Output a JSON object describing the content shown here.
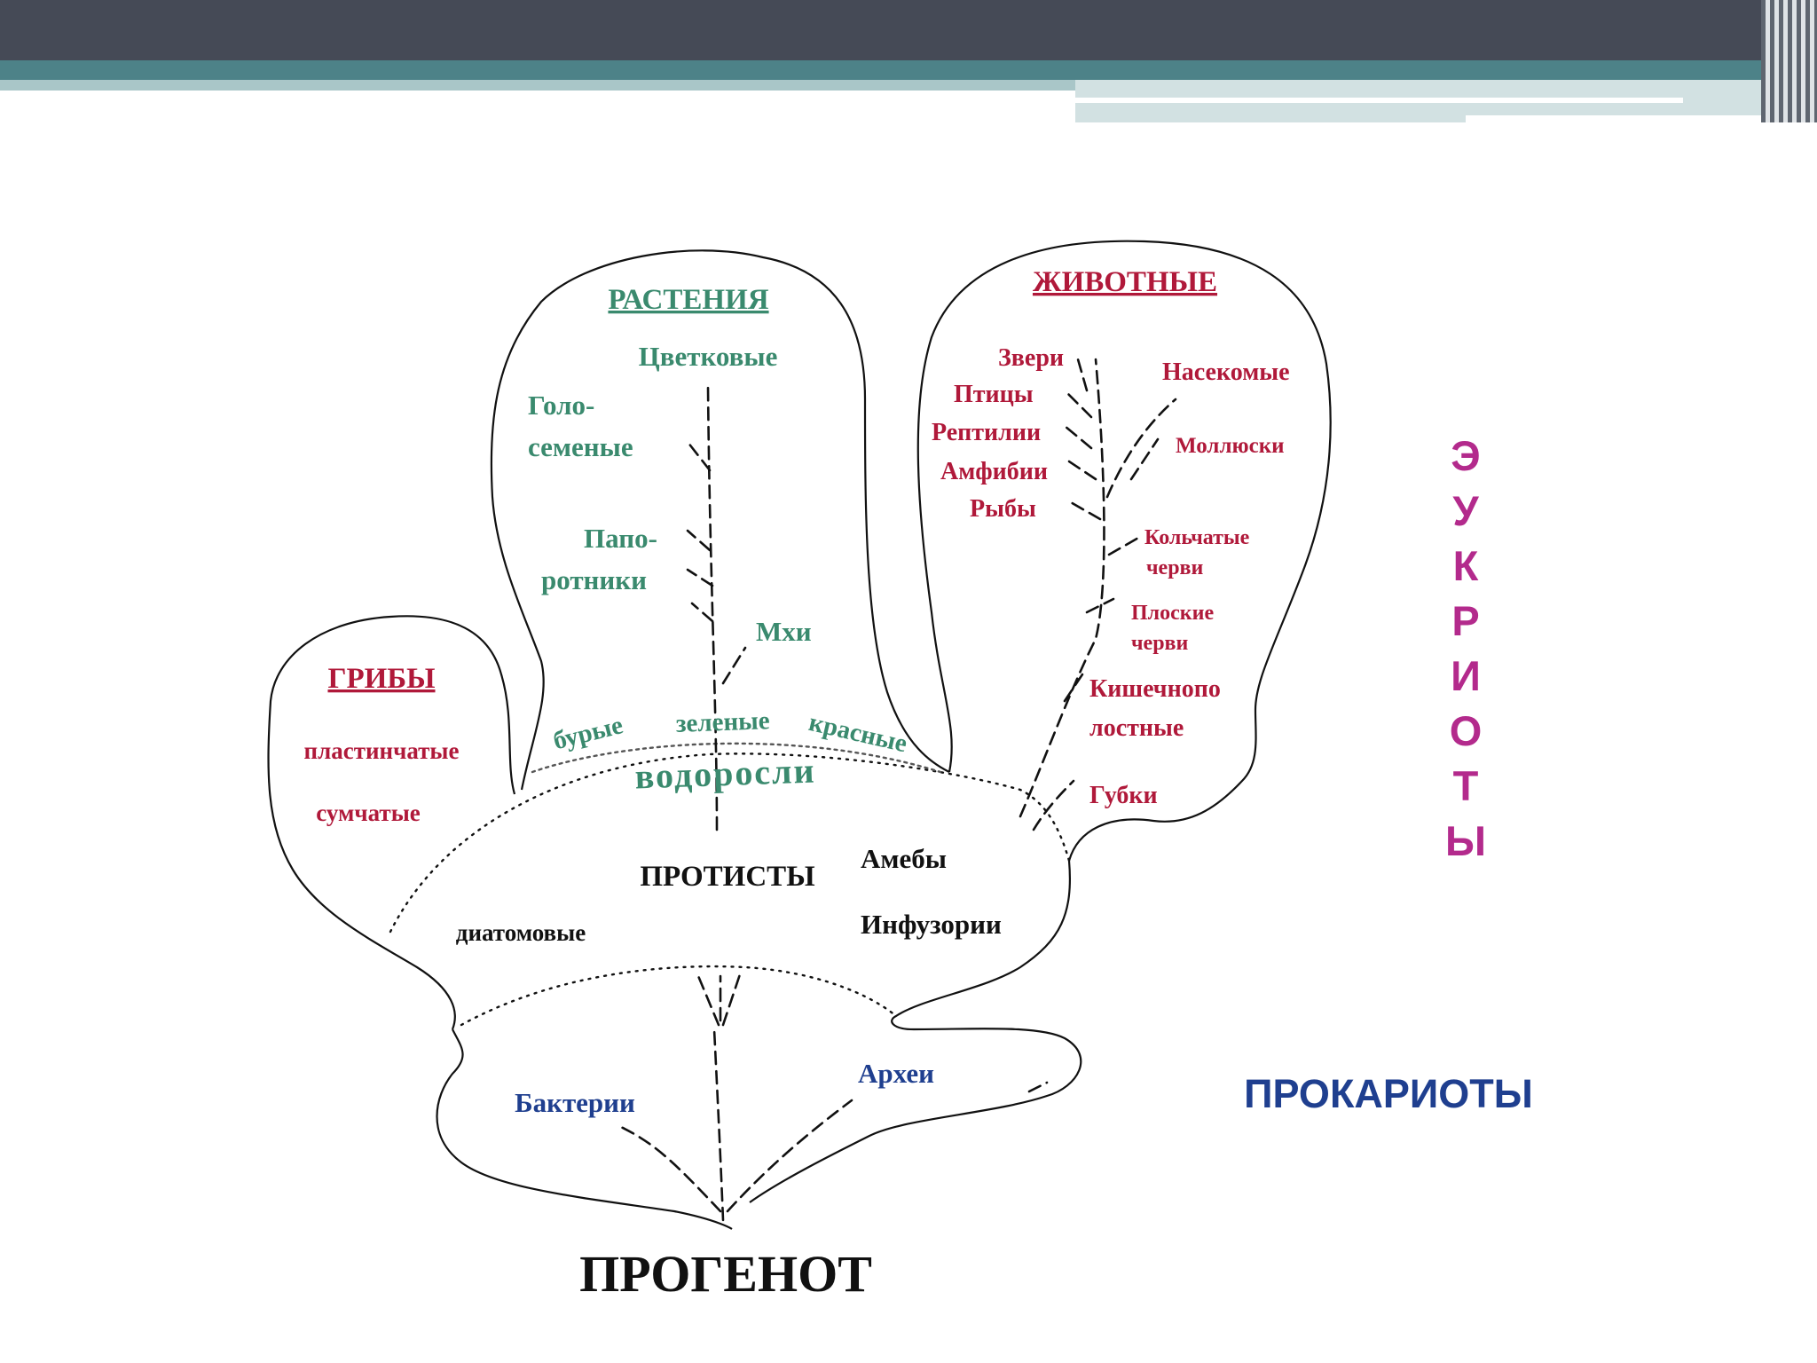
{
  "diagram": {
    "groups": {
      "plants": "РАСТЕНИЯ",
      "animals": "ЖИВОТНЫЕ",
      "fungi": "ГРИБЫ"
    },
    "plants": {
      "flowering": "Цветковые",
      "gymno_1": "Голо-",
      "gymno_2": "семеные",
      "ferns_1": "Папо-",
      "ferns_2": "ротники",
      "mosses": "Мхи"
    },
    "algae": {
      "brown": "бурые",
      "green": "зеленые",
      "red": "красные",
      "label": "водоросли"
    },
    "fungi": {
      "lamellar": "пластинчатые",
      "ascomycetes": "сумчатые"
    },
    "animals": {
      "mammals": "Звери",
      "birds": "Птицы",
      "reptiles": "Рептилии",
      "amphibians": "Амфибии",
      "fish": "Рыбы",
      "insects": "Насекомые",
      "mollusks": "Моллюски",
      "annelids_1": "Кольчатые",
      "annelids_2": "черви",
      "flatworms_1": "Плоские",
      "flatworms_2": "черви",
      "coelenterates_1": "Кишечнопо",
      "coelenterates_2": "лостные",
      "sponges": "Губки"
    },
    "protists": {
      "label": "ПРОТИСТЫ",
      "amoebae": "Амебы",
      "ciliates": "Инфузории",
      "diatoms": "диатомовые"
    },
    "prokaryotes": {
      "bacteria": "Бактерии",
      "archaea": "Археи"
    },
    "root": "ПРОГЕНОТ",
    "side_labels": {
      "eukaryotes": [
        "Э",
        "У",
        "К",
        "Р",
        "И",
        "О",
        "Т",
        "Ы"
      ],
      "prokaryotes": "ПРОКАРИОТЫ"
    }
  }
}
